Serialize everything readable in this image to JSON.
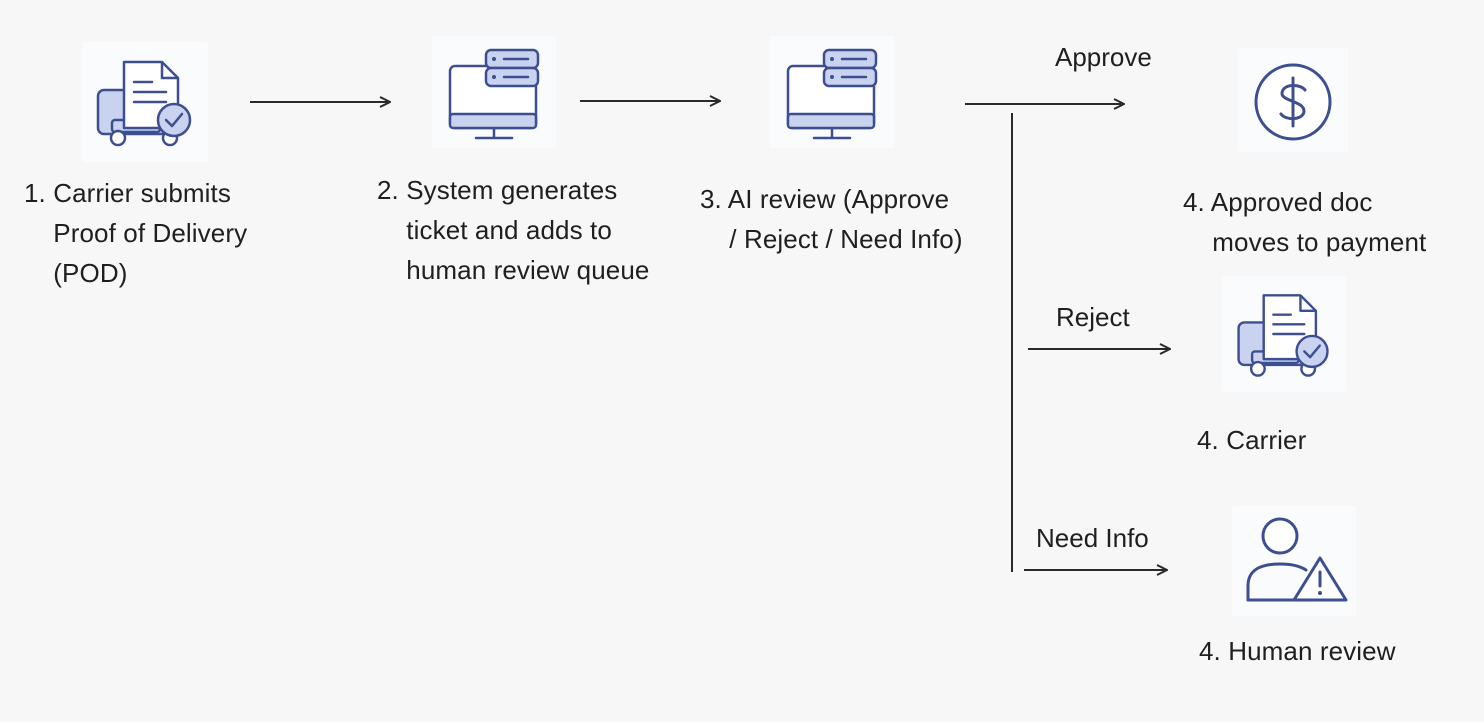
{
  "colors": {
    "background": "#f7f7f7",
    "icon_stroke": "#3d4f91",
    "icon_fill": "#c9d2ef",
    "arrow": "#2a2a2a",
    "text": "#1f1f1f"
  },
  "steps": [
    {
      "icon": "delivery-truck-document-icon",
      "label": "1. Carrier submits\n    Proof of Delivery\n    (POD)"
    },
    {
      "icon": "computer-server-icon",
      "label": "2. System generates\n    ticket and adds to\n    human review queue"
    },
    {
      "icon": "computer-server-icon",
      "label": "3. AI review (Approve\n    / Reject / Need Info)"
    }
  ],
  "branches": [
    {
      "condition": "Approve",
      "icon": "dollar-circle-icon",
      "outcome": "4. Approved doc\n    moves to payment"
    },
    {
      "condition": "Reject",
      "icon": "delivery-truck-document-icon",
      "outcome": "4. Carrier"
    },
    {
      "condition": "Need Info",
      "icon": "user-warning-icon",
      "outcome": "4. Human review"
    }
  ]
}
